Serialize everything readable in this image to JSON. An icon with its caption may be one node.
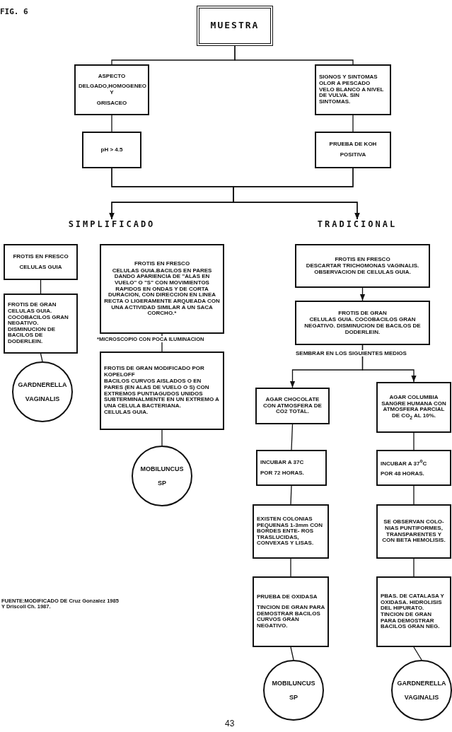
{
  "diagram": {
    "nodes": [
      {
        "text": [
          "MUESTRA"
        ]
      },
      {
        "text": [
          "ASPECTO",
          "DELGADO,HOMOGENEO Y",
          "GRISACEO"
        ]
      },
      {
        "text": [
          "SIGNOS Y SINTOMAS OLOR A PESCADO VELO BLANCO A NIVEL DE VULVA. SIN SINTOMAS."
        ]
      },
      {
        "text": [
          "pH > 4.5"
        ]
      },
      {
        "text": [
          "PRUEBA DE KOH",
          "POSITIVA"
        ]
      },
      {
        "text": [
          "SIMPLIFICADO"
        ]
      },
      {
        "text": [
          "TRADICIONAL"
        ]
      },
      {
        "text": [
          "FROTIS EN FRESCO",
          "CELULAS GUIA"
        ]
      },
      {
        "text": [
          "FROTIS DE GRAN CELULAS GUIA. COCOBACILOS GRAN NEGATIVO. DISMINUCION DE BACILOS DE DODERLEIN."
        ]
      },
      {
        "text": [
          "GARDNERELLA",
          "VAGINALIS"
        ]
      },
      {
        "text": [
          "FROTIS EN FRESCO",
          "CELULAS GUIA.BACILOS EN PARES DANDO APARIENCIA DE \"ALAS EN VUELO\" O \"S\" CON MOVIMIENTOS RAPIDOS EN ONDAS Y DE CORTA DURACION, CON DIRECCION EN LINEA RECTA O LIGERAMENTE ARQUEADA CON UNA ACTIVIDAD SIMILAR A UN SACA CORCHO.*"
        ],
        "beside": [
          "*MICROSCOPIO CON POCA ILUMINACION"
        ]
      },
      {
        "text": [
          "FROTIS DE GRAN MODIFICADO POR KOPELOFF",
          "BACILOS CURVOS AISLADOS O EN PARES (EN ALAS DE VUELO O S) CON EXTREMOS PUNTIAGUDOS UNIDOS SUBTERMINALMENTE EN UN EXTREMO A UNA CELULA BACTERIANA.",
          "CELULAS GUIA."
        ]
      },
      {
        "text": [
          "MOBILUNCUS",
          "SP"
        ]
      },
      {
        "text": [
          "FROTIS EN FRESCO",
          "DESCARTAR TRICHOMONAS VAGINALIS. OBSERVACION DE CELULAS GUIA."
        ]
      },
      {
        "text": [
          "FROTIS DE GRAN",
          "CELULAS GUIA. COCOBACILOS GRAN NEGATIVO. DISMINUCION DE BACILOS DE DODERLEIN."
        ]
      },
      {
        "text": [
          "AGAR CHOCOLATE CON ATMOSFERA DE CO2 TOTAL."
        ]
      },
      {
        "text": [
          "AGAR COLUMBIA SANGRE HUMANA CON ATMOSFERA PARCIAL DE CO$_{2}$ AL 10%."
        ]
      },
      {
        "text": [
          "INCUBAR A 37C",
          "POR 72 HORAS."
        ]
      },
      {
        "text": [
          "INCUBAR A 37$^{o}$C",
          "POR 48 HORAS."
        ]
      },
      {
        "text": [
          "EXISTEN COLONIAS PEQUENAS 1-3mm CON BORDES ENTE- ROS TRASLUCIDAS, CONVEXAS Y LISAS."
        ]
      },
      {
        "text": [
          "SE OBSERVAN COLO- NIAS PUNTIFORMES, TRANSPARENTES Y CON BETA HEMOLISIS."
        ]
      },
      {
        "text": [
          "PRUEBA DE OXIDASA",
          "TINCION DE GRAN PARA DEMOSTRAR BACILOS CURVOS GRAN NEGATIVO."
        ]
      },
      {
        "text": [
          "PBAS. DE CATALASA Y OXIDASA. HIDROLISIS DEL HIPURATO. TINCION DE GRAN PARA DEMOSTRAR BACILOS GRAN NEG."
        ]
      },
      {
        "text": [
          "MOBILUNCUS",
          "SP"
        ]
      },
      {
        "text": [
          "GARDNERELLA",
          "VAGINALIS"
        ]
      }
    ],
    "edges": [
      {
        "from": 0,
        "to": 1,
        "arrow": "none"
      },
      {
        "from": 0,
        "to": 2,
        "arrow": "none"
      },
      {
        "from": 1,
        "to": 3,
        "arrow": "none"
      },
      {
        "from": 2,
        "to": 4,
        "arrow": "none"
      },
      {
        "from": 3,
        "to": 5,
        "arrow": "to"
      },
      {
        "from": 3,
        "to": 6,
        "arrow": "to"
      },
      {
        "from": 4,
        "to": 5,
        "arrow": "to"
      },
      {
        "from": 4,
        "to": 6,
        "arrow": "to"
      },
      {
        "from": 7,
        "to": 8,
        "arrow": "none"
      },
      {
        "from": 8,
        "to": 9,
        "arrow": "none"
      },
      {
        "from": 10,
        "to": 11,
        "arrow": "none"
      },
      {
        "from": 11,
        "to": 12,
        "arrow": "none"
      },
      {
        "from": 13,
        "to": 14,
        "arrow": "to"
      },
      {
        "from": 14,
        "to": 15,
        "arrow": "to"
      },
      {
        "from": 14,
        "to": 16,
        "arrow": "to"
      },
      {
        "from": 15,
        "to": 17,
        "arrow": "none"
      },
      {
        "from": 16,
        "to": 18,
        "arrow": "none"
      },
      {
        "from": 17,
        "to": 19,
        "arrow": "none"
      },
      {
        "from": 18,
        "to": 20,
        "arrow": "none"
      },
      {
        "from": 19,
        "to": 21,
        "arrow": "none"
      },
      {
        "from": 20,
        "to": 22,
        "arrow": "none"
      },
      {
        "from": 21,
        "to": 23,
        "arrow": "none"
      },
      {
        "from": 22,
        "to": 24,
        "arrow": "none"
      }
    ],
    "labels": [
      "FIG. 6",
      "SEMBRAR EN LOS SIGUIENTES MEDIOS",
      "FUENTE:MODIFICADO DE Cruz Gonzalez 1985 Y Driscoll Ch. 1987.",
      "43"
    ]
  }
}
